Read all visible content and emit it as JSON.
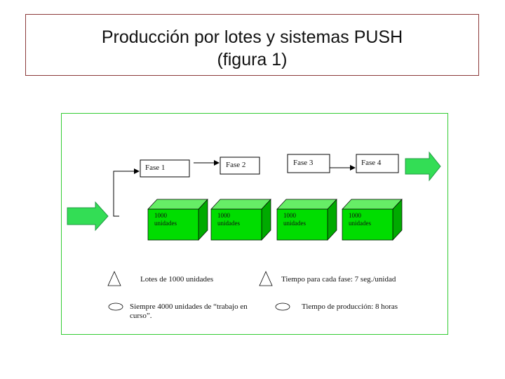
{
  "title": {
    "line1": "Producción por lotes y sistemas PUSH",
    "line2": "(figura 1)"
  },
  "phases": [
    "Fase 1",
    "Fase 2",
    "Fase 3",
    "Fase 4"
  ],
  "boxes": [
    {
      "line1": "1000",
      "line2": "unidades"
    },
    {
      "line1": "1000",
      "line2": "unidades"
    },
    {
      "line1": "1000",
      "line2": "unidades"
    },
    {
      "line1": "1000",
      "line2": "unidades"
    }
  ],
  "legend": {
    "lotes": "Lotes de 1000 unidades",
    "tiempo_fase": "Tiempo para cada fase: 7 seg./unidad",
    "wip": "Siempre 4000 unidades de “trabajo en curso”.",
    "tiempo_produccion": "Tiempo de producción: 8 horas"
  },
  "colors": {
    "box_front": "#00dd00",
    "box_top": "#66ee66",
    "box_side": "#00aa00",
    "arrow": "#33dd55",
    "frame": "#33cc33",
    "title_border": "#8b3a3a"
  }
}
